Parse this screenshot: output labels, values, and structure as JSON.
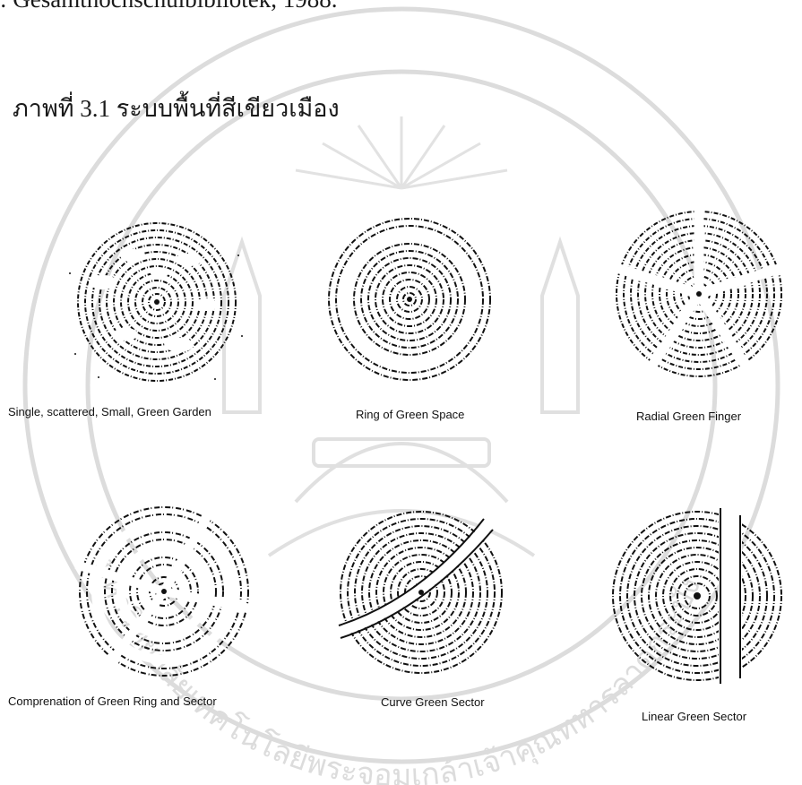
{
  "document": {
    "top_line": ": Gesamthochschulbibliotek, 1988.",
    "figure_title": "ภาพที่ 3.1 ระบบพื้นที่สีเขียวเมือง"
  },
  "watermark": {
    "arc_text": "มหาวิทยาลัยเทคโนโลยีพระจอมเกล้าเจ้าคุณทหารลาดกระบัง",
    "color": "#dcdcdc"
  },
  "diagrams": [
    {
      "id": "single-scattered-small-green-garden",
      "caption": "Single, scattered, Small, Green Garden"
    },
    {
      "id": "ring-of-green-space",
      "caption": "Ring of Green Space"
    },
    {
      "id": "radial-green-finger",
      "caption": "Radial Green Finger"
    },
    {
      "id": "combination-of-green-ring-and-sector",
      "caption": "Comprenation of Green Ring and Sector"
    },
    {
      "id": "curve-green-sector",
      "caption": "Curve Green Sector"
    },
    {
      "id": "linear-green-sector",
      "caption": "Linear Green Sector"
    }
  ],
  "colors": {
    "ink": "#111111",
    "background": "#ffffff"
  }
}
